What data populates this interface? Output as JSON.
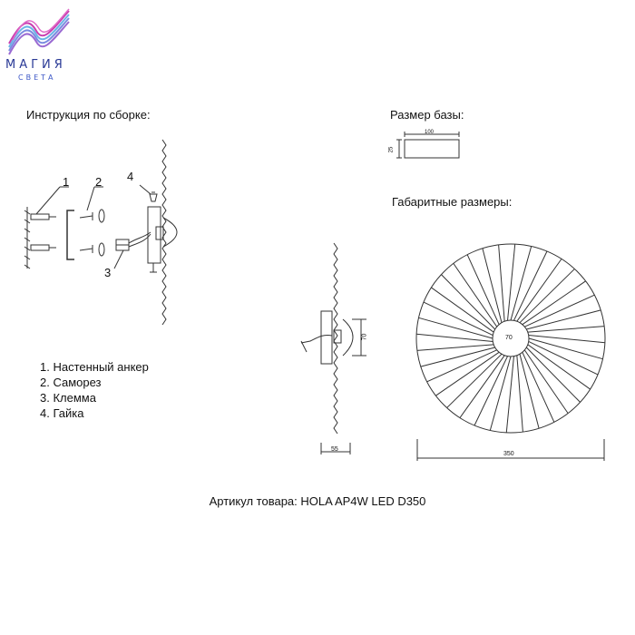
{
  "brand": {
    "name": "МАГИЯ",
    "tagline": "СВЕТА",
    "colors": {
      "primary": "#2a3a96",
      "accent": "#c83fb0",
      "light": "#6ab4e6"
    }
  },
  "assembly": {
    "heading": "Инструкция по сборке:",
    "callouts": [
      "1",
      "2",
      "3",
      "4"
    ],
    "legend": [
      "1. Настенный анкер",
      "2. Саморез",
      "3. Клемма",
      "4. Гайка"
    ]
  },
  "base": {
    "heading": "Размер базы:",
    "width": "100",
    "height": "25"
  },
  "dimensions": {
    "heading": "Габаритные размеры:",
    "side_height": "70",
    "side_depth": "55",
    "center_diameter": "70",
    "total_diameter": "350"
  },
  "article": "Артикул товара: HOLA AP4W LED D350"
}
